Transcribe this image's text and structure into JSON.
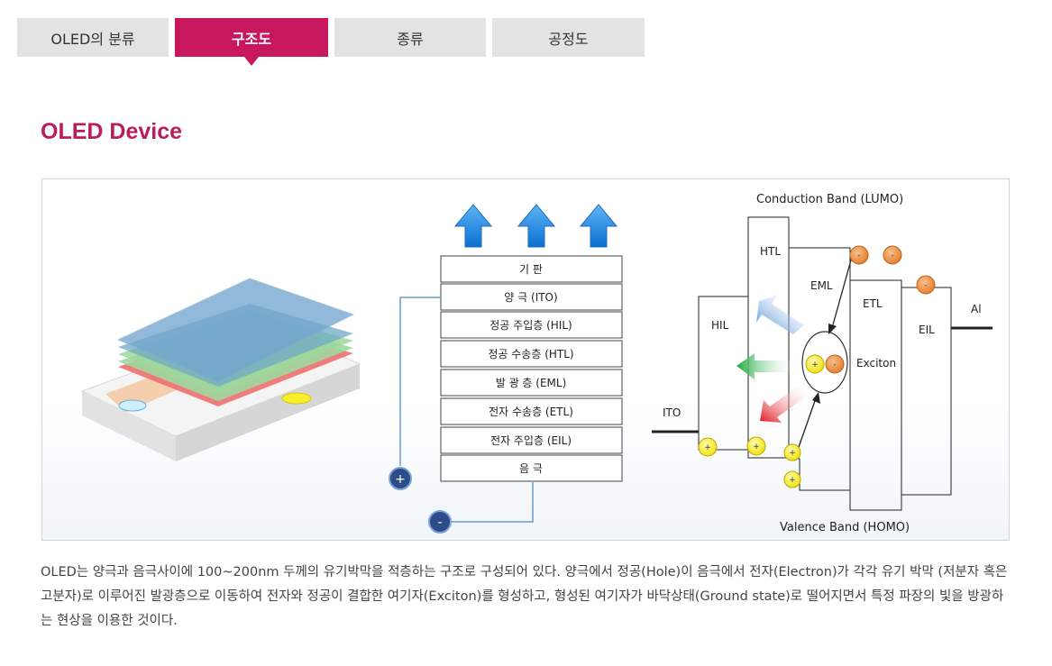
{
  "tabs": [
    {
      "label": "OLED의 분류",
      "active": false
    },
    {
      "label": "구조도",
      "active": true
    },
    {
      "label": "종류",
      "active": false
    },
    {
      "label": "공정도",
      "active": false
    }
  ],
  "section_title": "OLED Device",
  "layers": [
    "기 판",
    "양 극 (ITO)",
    "정공 주입층 (HIL)",
    "정공 수송층 (HTL)",
    "발 광 층 (EML)",
    "전자 수송층 (ETL)",
    "전자 주입층 (EIL)",
    "음 극"
  ],
  "terminals": {
    "plus": "+",
    "minus": "-"
  },
  "band_diagram": {
    "conduction_band": "Conduction Band (LUMO)",
    "valence_band": "Valence Band (HOMO)",
    "ito": "ITO",
    "hil": "HIL",
    "htl": "HTL",
    "eml": "EML",
    "etl": "ETL",
    "eil": "EIL",
    "al": "Al",
    "exciton": "Exciton"
  },
  "description": "OLED는 양극과 음극사이에 100~200nm 두께의 유기박막을 적층하는 구조로 구성되어 있다. 양극에서 정공(Hole)이 음극에서 전자(Electron)가 각각 유기 박막 (저분자 혹은 고분자)로 이루어진 발광층으로 이동하여 전자와 정공이 결합한 여기자(Exciton)를 형성하고, 형성된 여기자가 바닥상태(Ground state)로 떨어지면서 특정 파장의 빛을 방광하는 현상을 이용한 것이다.",
  "colors": {
    "accent": "#c8175d",
    "title": "#b81e5b",
    "hole": "#f3ea17",
    "electron": "#ec8a3c",
    "up_arrow": "#2a8ee0"
  }
}
